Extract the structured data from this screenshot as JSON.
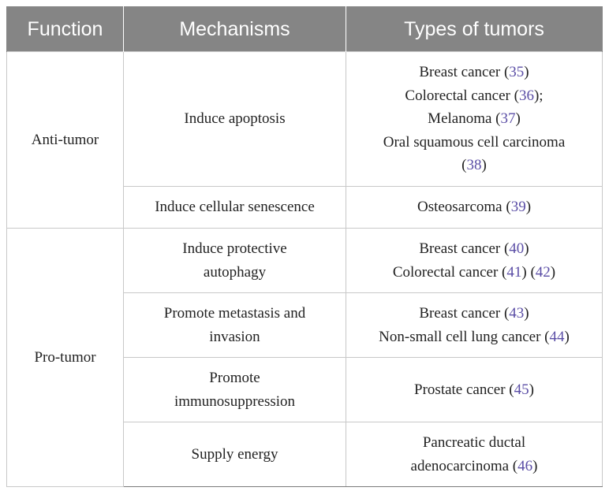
{
  "table": {
    "headers": [
      "Function",
      "Mechanisms",
      "Types of tumors"
    ],
    "groups": [
      {
        "function": "Anti-tumor",
        "rows": [
          {
            "mechanism": [
              "Induce apoptosis"
            ],
            "tumors": [
              [
                {
                  "t": "Breast cancer ("
                },
                {
                  "r": "35"
                },
                {
                  "t": ")"
                }
              ],
              [
                {
                  "t": "Colorectal cancer ("
                },
                {
                  "r": "36"
                },
                {
                  "t": ");"
                }
              ],
              [
                {
                  "t": "Melanoma ("
                },
                {
                  "r": "37"
                },
                {
                  "t": ")"
                }
              ],
              [
                {
                  "t": "Oral squamous cell carcinoma"
                }
              ],
              [
                {
                  "t": "("
                },
                {
                  "r": "38"
                },
                {
                  "t": ")"
                }
              ]
            ]
          },
          {
            "mechanism": [
              "Induce cellular senescence"
            ],
            "tumors": [
              [
                {
                  "t": "Osteosarcoma ("
                },
                {
                  "r": "39"
                },
                {
                  "t": ")"
                }
              ]
            ]
          }
        ]
      },
      {
        "function": "Pro-tumor",
        "rows": [
          {
            "mechanism": [
              "Induce protective",
              "autophagy"
            ],
            "tumors": [
              [
                {
                  "t": "Breast cancer ("
                },
                {
                  "r": "40"
                },
                {
                  "t": ")"
                }
              ],
              [
                {
                  "t": "Colorectal cancer ("
                },
                {
                  "r": "41"
                },
                {
                  "t": ") ("
                },
                {
                  "r": "42"
                },
                {
                  "t": ")"
                }
              ]
            ]
          },
          {
            "mechanism": [
              "Promote metastasis and",
              "invasion"
            ],
            "tumors": [
              [
                {
                  "t": "Breast cancer ("
                },
                {
                  "r": "43"
                },
                {
                  "t": ")"
                }
              ],
              [
                {
                  "t": "Non-small cell lung cancer ("
                },
                {
                  "r": "44"
                },
                {
                  "t": ")"
                }
              ]
            ]
          },
          {
            "mechanism": [
              "Promote",
              "immunosuppression"
            ],
            "tumors": [
              [
                {
                  "t": "Prostate cancer ("
                },
                {
                  "r": "45"
                },
                {
                  "t": ")"
                }
              ]
            ]
          },
          {
            "mechanism": [
              "Supply energy"
            ],
            "tumors": [
              [
                {
                  "t": "Pancreatic ductal"
                }
              ],
              [
                {
                  "t": "adenocarcinoma ("
                },
                {
                  "r": "46"
                },
                {
                  "t": ")"
                }
              ]
            ]
          }
        ]
      }
    ]
  },
  "colors": {
    "header_bg": "#858585",
    "header_text": "#ffffff",
    "reference_link": "#5b4ea6",
    "grid_line": "#c8c8c8"
  }
}
